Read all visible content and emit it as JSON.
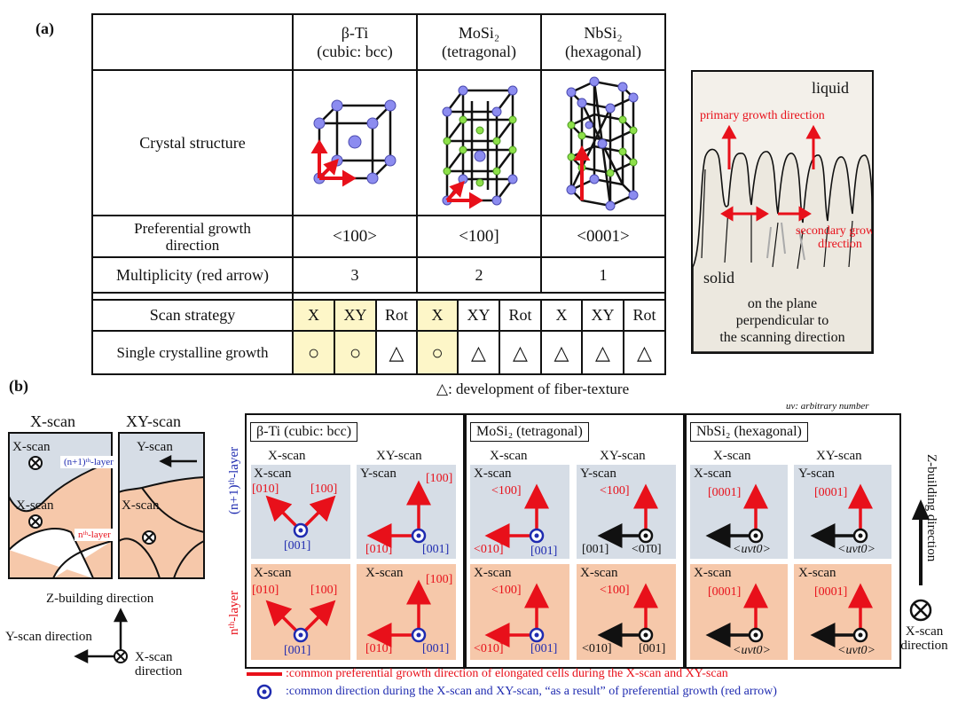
{
  "labels": {
    "a": "(a)",
    "b": "(b)"
  },
  "table": {
    "columns": [
      {
        "name": "β-Ti",
        "system": "(cubic: bcc)"
      },
      {
        "name": "MoSi₂",
        "system": "(tetragonal)"
      },
      {
        "name": "NbSi₂",
        "system": "(hexagonal)"
      }
    ],
    "row_labels": {
      "crystal": "Crystal structure",
      "growth": "Preferential growth direction",
      "multiplicity": "Multiplicity (red arrow)",
      "scan": "Scan strategy",
      "single": "Single crystalline growth"
    },
    "growth_dirs": [
      "<100>",
      "<100]",
      "<0001>"
    ],
    "multiplicity": [
      "3",
      "2",
      "1"
    ],
    "scan_options": [
      "X",
      "XY",
      "Rot",
      "X",
      "XY",
      "Rot",
      "X",
      "XY",
      "Rot"
    ],
    "single_marks": [
      "○",
      "○",
      "△",
      "○",
      "△",
      "△",
      "△",
      "△",
      "△"
    ],
    "footnote": "△: development of fiber-texture"
  },
  "growth_panel": {
    "liquid": "liquid",
    "solid": "solid",
    "primary": "primary growth direction",
    "secondary_1": "secondary growth",
    "secondary_2": "direction",
    "plane_1": "on the plane",
    "plane_2": "perpendicular to",
    "plane_3": "the scanning direction"
  },
  "scan_diagram": {
    "xscan_title": "X-scan",
    "xyscan_title": "XY-scan",
    "xscan_label_1": "X-scan",
    "xscan_label_2": "X-scan",
    "xscan_label_3": "X-scan",
    "yscan_label": "Y-scan",
    "n1_layer": "(n+1)ᵗʰ-layer",
    "n_layer": "nᵗʰ-layer",
    "z_dir": "Z-building direction",
    "y_dir": "Y-scan direction",
    "x_dir_1": "X-scan",
    "x_dir_2": "direction"
  },
  "panel_b": {
    "arb_note": "uv: arbitrary number",
    "row_n1": "(n+1)ᵗʰ-layer",
    "row_n": "nᵗʰ-layer",
    "panels": [
      {
        "title": "β-Ti (cubic: bcc)",
        "cols": [
          "X-scan",
          "XY-scan"
        ],
        "cells": [
          {
            "scan": "X-scan",
            "labels": [
              "[010]",
              "[100]",
              "[001]"
            ]
          },
          {
            "scan": "Y-scan",
            "labels": [
              "[100]",
              "[010]",
              "[001]"
            ]
          },
          {
            "scan": "X-scan",
            "labels": [
              "[010]",
              "[100]",
              "[001]"
            ]
          },
          {
            "scan": "X-scan",
            "labels": [
              "[100]",
              "[010]",
              "[001]"
            ]
          }
        ]
      },
      {
        "title": "MoSi₂ (tetragonal)",
        "cols": [
          "X-scan",
          "XY-scan"
        ],
        "cells": [
          {
            "scan": "X-scan",
            "labels": [
              "<100]",
              "<010]",
              "[001]"
            ]
          },
          {
            "scan": "Y-scan",
            "labels": [
              "<100]",
              "[001]",
              "<01̄0]"
            ]
          },
          {
            "scan": "X-scan",
            "labels": [
              "<100]",
              "<010]",
              "[001]"
            ]
          },
          {
            "scan": "X-scan",
            "labels": [
              "<100]",
              "<010]",
              "[001]"
            ]
          }
        ]
      },
      {
        "title": "NbSi₂ (hexagonal)",
        "cols": [
          "X-scan",
          "XY-scan"
        ],
        "cells": [
          {
            "scan": "X-scan",
            "labels": [
              "[0001]",
              "<uvt0>"
            ]
          },
          {
            "scan": "Y-scan",
            "labels": [
              "[0001]",
              "<uvt0>"
            ]
          },
          {
            "scan": "X-scan",
            "labels": [
              "[0001]",
              "<uvt0>"
            ]
          },
          {
            "scan": "X-scan",
            "labels": [
              "[0001]",
              "<uvt0>"
            ]
          }
        ]
      }
    ],
    "z_building": "Z-building direction",
    "x_scan_dir_1": "X-scan",
    "x_scan_dir_2": "direction",
    "legend_red": ":common preferential growth direction of elongated cells during the X-scan and XY-scan",
    "legend_blue": ":common direction during the X-scan and XY-scan, “as a result” of preferential growth (red arrow)"
  },
  "colors": {
    "red": "#e8101a",
    "navy": "#1f2bb0",
    "blue_bg": "#d6dde6",
    "orange_bg": "#f6c8aa",
    "yellow_bg": "#fdf6c8",
    "atom": "#8c8cf0",
    "atom_green": "#8ee04a"
  }
}
